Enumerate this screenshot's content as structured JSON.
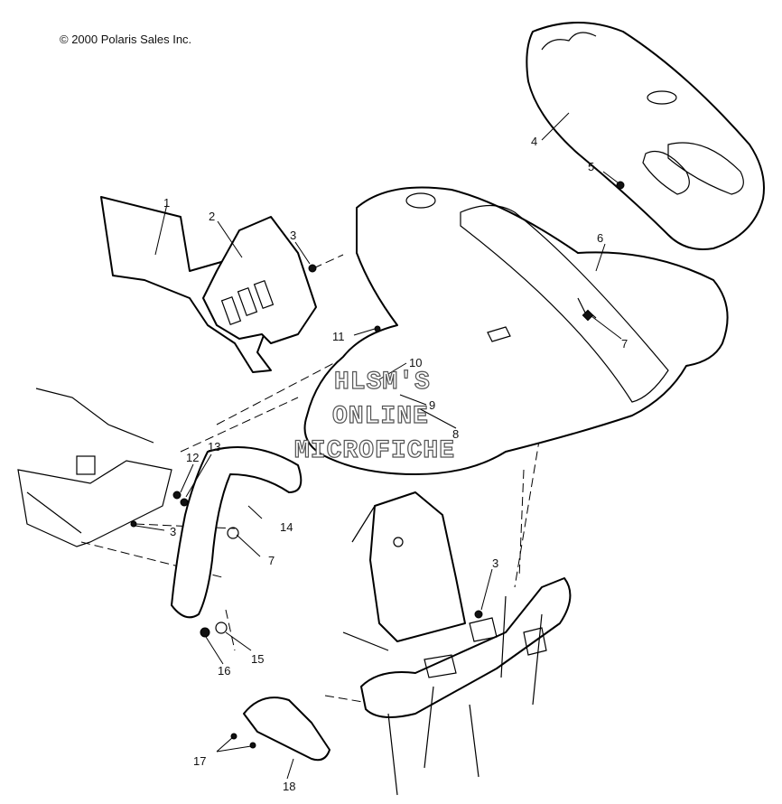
{
  "copyright": "© 2000 Polaris Sales Inc.",
  "watermark": {
    "line1": "HLSM'S",
    "line2": "ONLINE",
    "line3": "MICROFICHE"
  },
  "callouts": {
    "c1": "1",
    "c2": "2",
    "c3a": "3",
    "c3b": "3",
    "c3c": "3",
    "c4": "4",
    "c5": "5",
    "c6": "6",
    "c7a": "7",
    "c7b": "7",
    "c8": "8",
    "c9": "9",
    "c10": "10",
    "c11": "11",
    "c12": "12",
    "c13": "13",
    "c14": "14",
    "c15": "15",
    "c16": "16",
    "c17": "17",
    "c18": "18"
  }
}
